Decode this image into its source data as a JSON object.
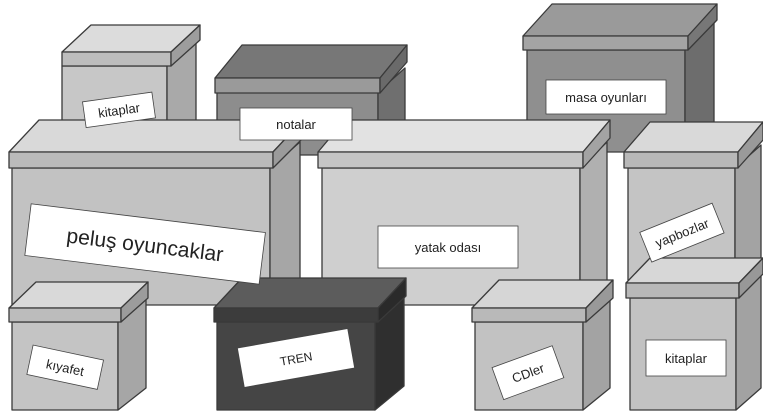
{
  "boxes": {
    "kitaplar_top": "kitaplar",
    "notalar": "notalar",
    "masa_oyunlari": "masa oyunları",
    "pelus_oyuncaklar": "peluş oyuncaklar",
    "yatak_odasi": "yatak odası",
    "yapbozlar": "yapbozlar",
    "kiyafet": "kıyafet",
    "tren": "TREN",
    "cdler": "CDler",
    "kitaplar_bottom": "kitaplar"
  },
  "colors": {
    "light_front": "#c4c4c4",
    "light_top": "#d9d9d9",
    "light_side": "#a8a8a8",
    "mid_front": "#8f8f8f",
    "mid_top": "#b3b3b3",
    "dark_front": "#444444",
    "dark_top": "#5a5a5a",
    "dark_side": "#2e2e2e",
    "outline": "#3a3a3a",
    "label_bg": "#ffffff"
  }
}
